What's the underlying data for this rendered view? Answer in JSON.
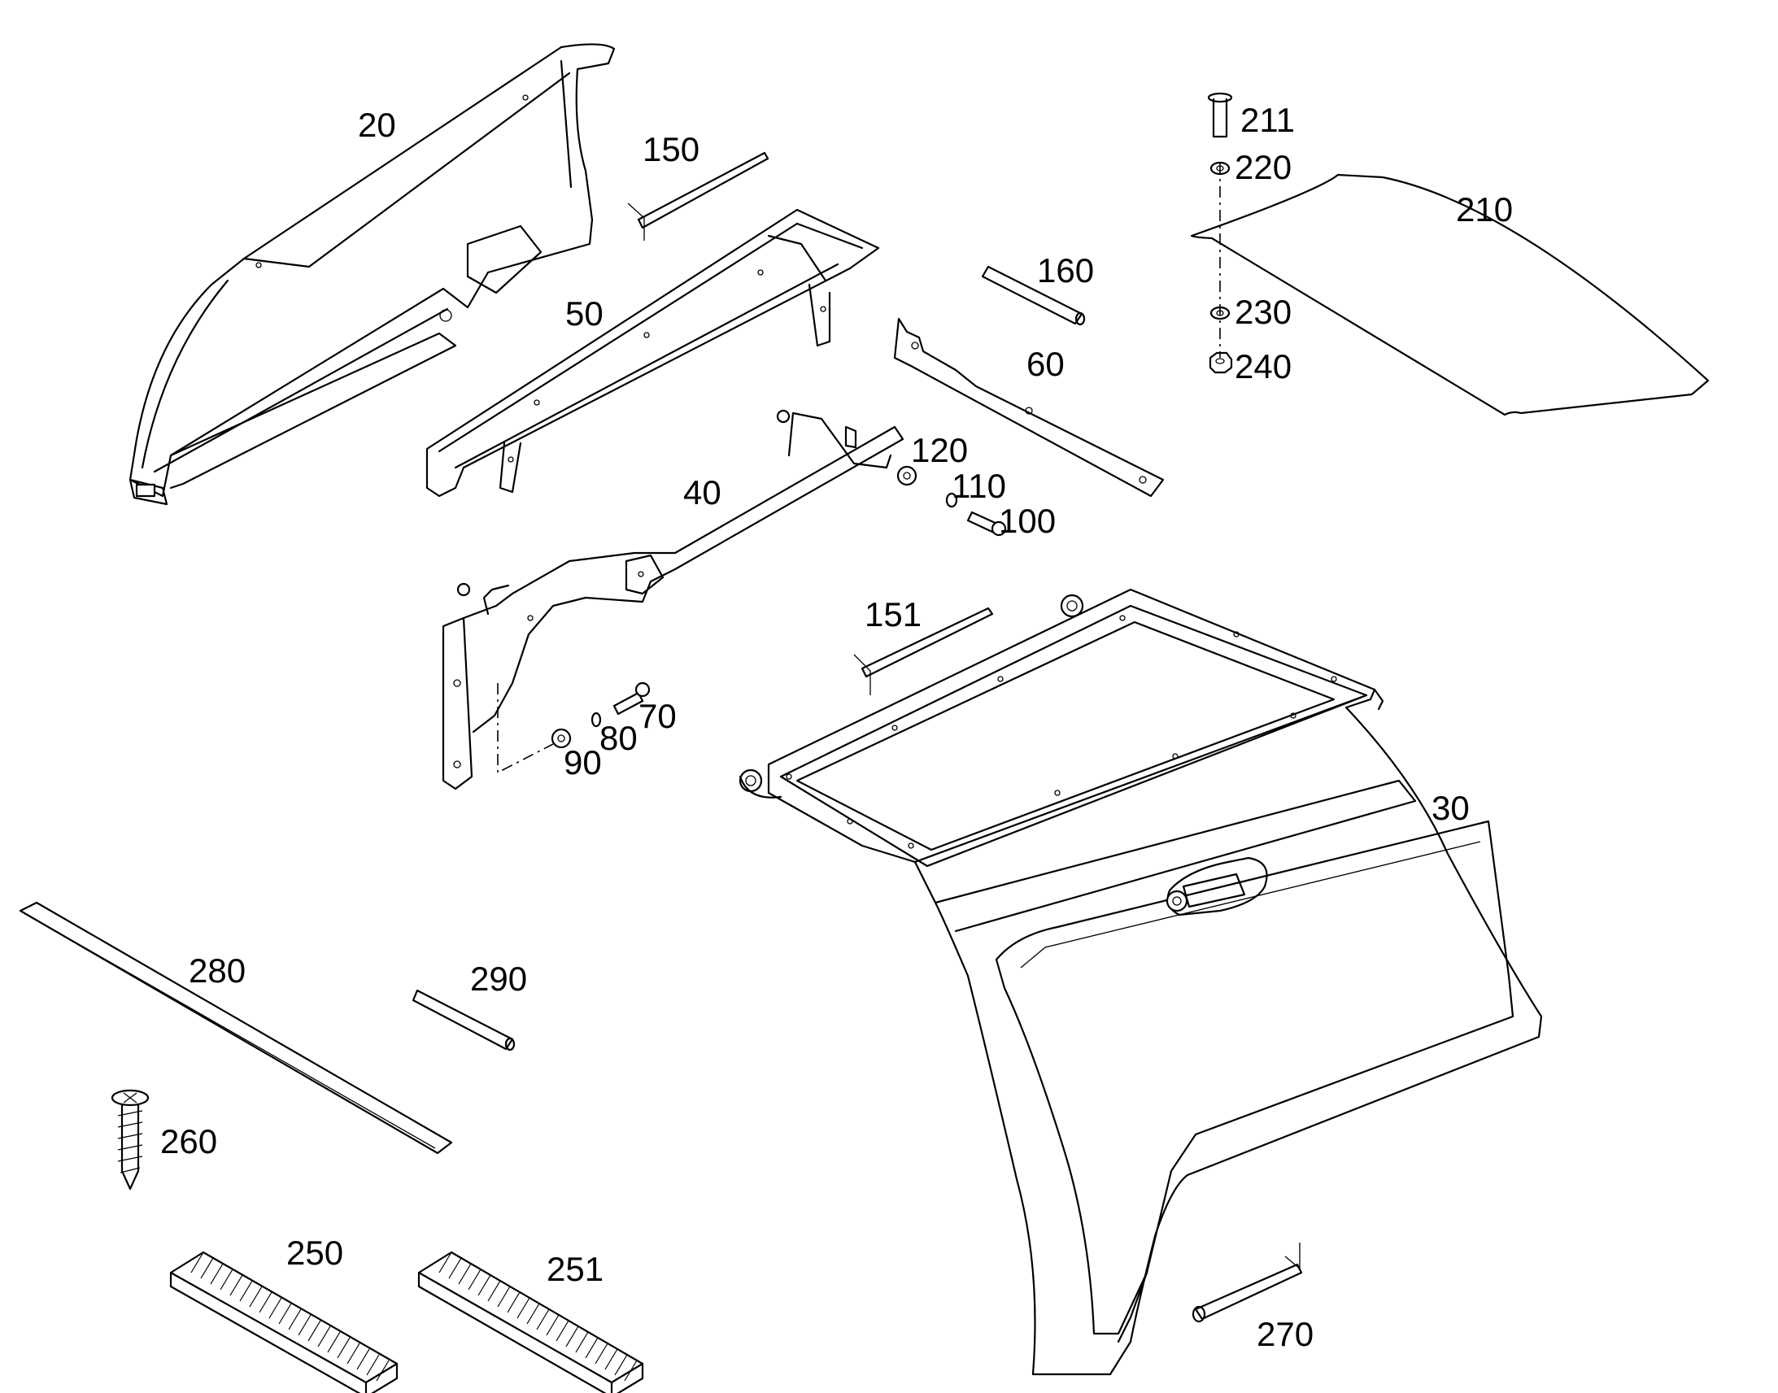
{
  "labels": {
    "l20": "20",
    "l150": "150",
    "l50": "50",
    "l160": "160",
    "l60": "60",
    "l211": "211",
    "l220": "220",
    "l210": "210",
    "l230": "230",
    "l240": "240",
    "l120": "120",
    "l110": "110",
    "l100": "100",
    "l40": "40",
    "l151": "151",
    "l70": "70",
    "l80": "80",
    "l90": "90",
    "l30": "30",
    "l280": "280",
    "l290": "290",
    "l260": "260",
    "l250": "250",
    "l251": "251",
    "l270": "270"
  }
}
